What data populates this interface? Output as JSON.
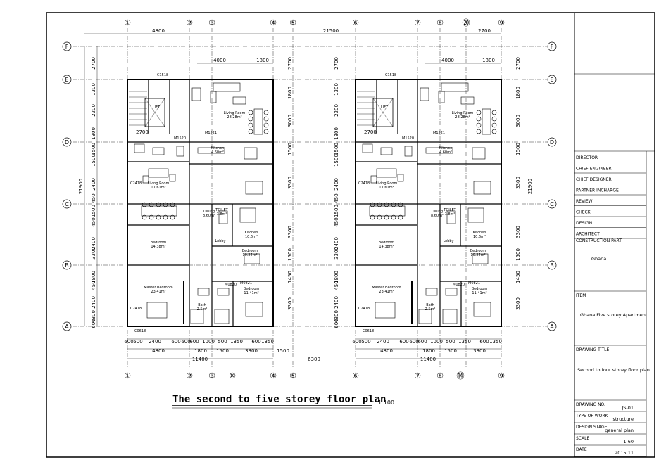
{
  "drawing": {
    "title": "The second to five storey floor plan",
    "scale": "1:100",
    "grid_numbers_top": [
      "①",
      "②",
      "③",
      "④",
      "⑤",
      "⑥",
      "⑦",
      "⑧",
      "⑳",
      "⑨"
    ],
    "grid_numbers_bottom": [
      "①",
      "②",
      "③",
      "⑩",
      "④",
      "⑤",
      "⑥",
      "⑦",
      "⑧",
      "⑭",
      "⑨"
    ],
    "grid_letters": [
      "F",
      "E",
      "D",
      "C",
      "B",
      "A"
    ],
    "dims_top": {
      "span_left": "4800",
      "total": "21500",
      "span_right": "2700",
      "sub_a": "4000",
      "sub_b": "1800"
    },
    "dims_left": [
      "2700",
      "1300",
      "2200",
      "1300",
      "1500",
      "1500",
      "2400",
      "450",
      "1500",
      "450",
      "2400",
      "3300",
      "1800",
      "450",
      "2400",
      "4800",
      "600"
    ],
    "dims_left_total": "21900",
    "dims_right": [
      "2700",
      "1800",
      "3000",
      "1500",
      "3300",
      "3300",
      "1500",
      "1450",
      "3300"
    ],
    "dims_bottom_row1": [
      "600",
      "500",
      "2400",
      "600",
      "600",
      "600",
      "1000",
      "500",
      "1350",
      "600",
      "1350"
    ],
    "dims_bottom_row2": [
      "4800",
      "1800",
      "1500",
      "3300"
    ],
    "dims_bottom_row3": [
      "11400",
      "1500",
      "6300"
    ],
    "door_marks": [
      "C1518",
      "C2418",
      "C0618",
      "M1521",
      "M1520",
      "M0820",
      "M0821"
    ],
    "rooms": [
      {
        "name": "LIFT",
        "area": ""
      },
      {
        "name": "Living Room",
        "area": "28.28m²"
      },
      {
        "name": "Kitchen",
        "area": "4.60m²"
      },
      {
        "name": "Living Room",
        "area": "17.61m²"
      },
      {
        "name": "Dining",
        "area": "8.60m²"
      },
      {
        "name": "TOILET",
        "area": "1.8m²"
      },
      {
        "name": "Kitchen",
        "area": "10.6m²"
      },
      {
        "name": "Bedroom",
        "area": "14.38m²"
      },
      {
        "name": "Lobby",
        "area": ""
      },
      {
        "name": "Bedroom",
        "area": "10.24m²"
      },
      {
        "name": "Master Bedroom",
        "area": "23.41m²"
      },
      {
        "name": "Bedroom",
        "area": "11.41m²"
      },
      {
        "name": "Bath",
        "area": "2.5m²"
      }
    ]
  },
  "title_block": {
    "roles": [
      "DIRECTOR",
      "CHIEF ENGINEER",
      "CHIEF DESIGNER",
      "PARTNER INCHARGE",
      "REVIEW",
      "CHECK",
      "DESIGN",
      "ARCHITECT"
    ],
    "construction_part_label": "CONSTRUCTION PART",
    "construction_part_value": "Ghana",
    "item_label": "ITEM",
    "item_value": "Ghana Five storey Apartment",
    "drawing_title_label": "DRAWING TITLE",
    "drawing_title_value": "Second to four storey floor plan",
    "rows": [
      {
        "label": "DRAWING NO.",
        "value": "JS-01"
      },
      {
        "label": "TYPE OF WORK",
        "value": "structure"
      },
      {
        "label": "DESIGN STAGE",
        "value": "general plan"
      },
      {
        "label": "SCALE",
        "value": "1:60"
      },
      {
        "label": "DATE",
        "value": "2015.11"
      }
    ]
  }
}
